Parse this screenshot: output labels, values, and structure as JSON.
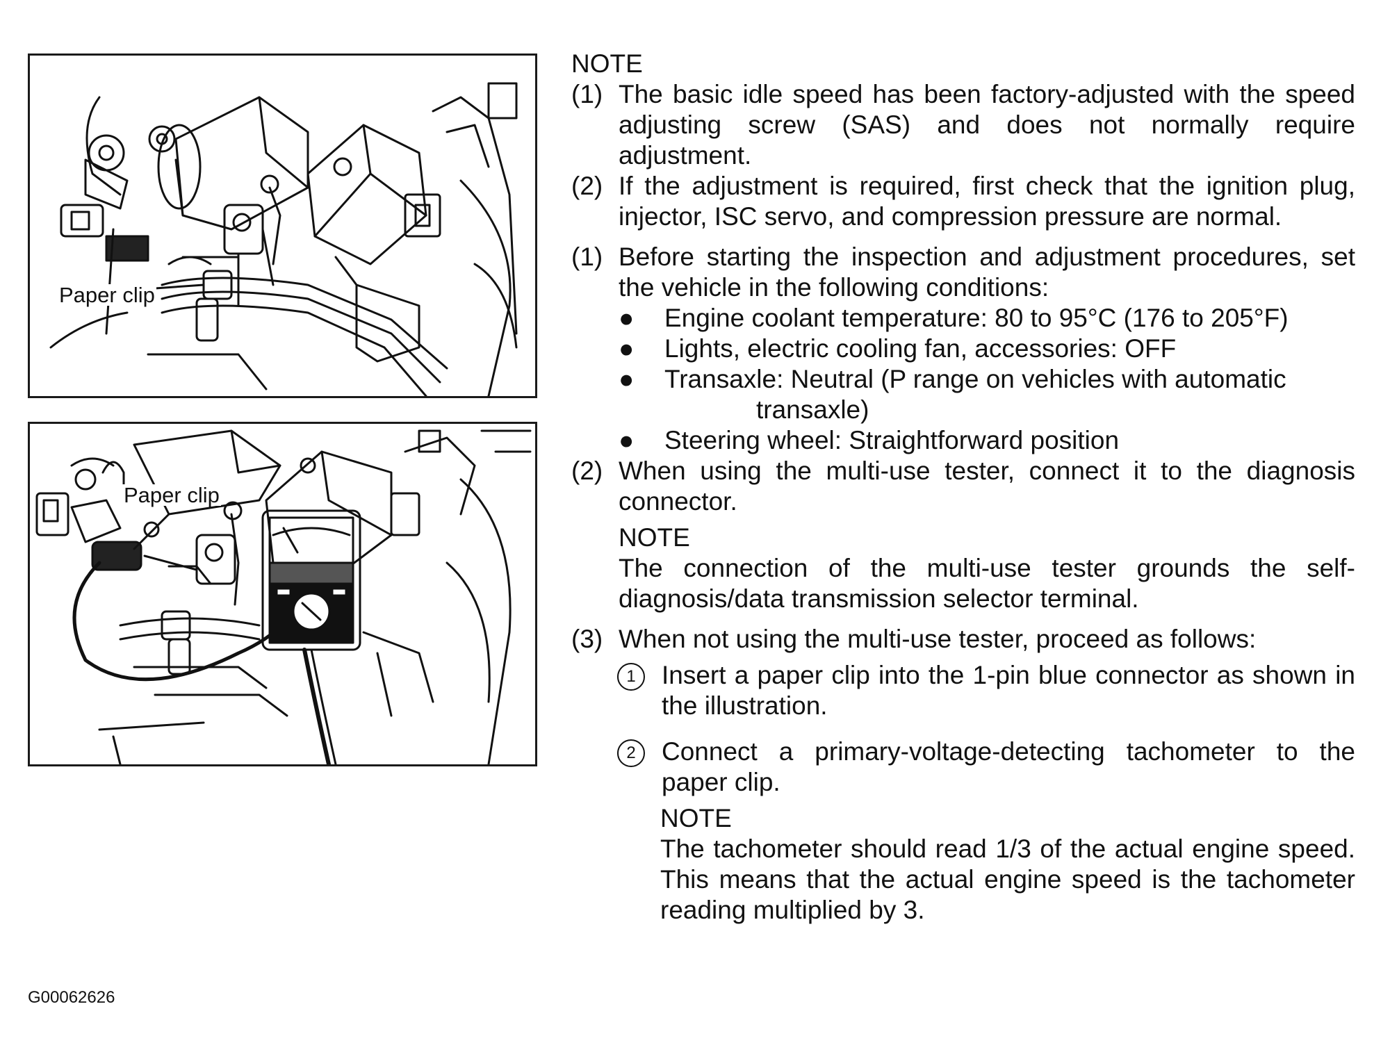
{
  "figures": {
    "top": {
      "callout": "Paper clip"
    },
    "bottom": {
      "callout": "Paper clip"
    }
  },
  "ref_code": "G00062626",
  "text": {
    "note1_head": "NOTE",
    "note1_items": [
      {
        "num": "(1)",
        "text": "The basic idle speed has been factory-adjusted with the speed adjusting screw (SAS) and does not normally require adjustment."
      },
      {
        "num": "(2)",
        "text": "If the adjustment is required, first check that the ignition plug, injector, ISC servo, and compression pressure are normal."
      }
    ],
    "step1_num": "(1)",
    "step1_text": "Before starting the inspection and adjustment procedures, set the vehicle in the following conditions:",
    "bullets": [
      "Engine coolant temperature: 80 to 95°C (176 to 205°F)",
      "Lights, electric cooling fan, accessories: OFF",
      "Transaxle: Neutral (P range on vehicles with automatic",
      "Steering wheel: Straightforward position"
    ],
    "bullet3_cont": "transaxle)",
    "bullet_mark": "●",
    "step2_num": "(2)",
    "step2_text": "When using the multi-use tester, connect it to the diagnosis connector.",
    "note2_head": "NOTE",
    "note2_text": "The connection of the multi-use tester grounds the self-diagnosis/data transmission selector terminal.",
    "step3_num": "(3)",
    "step3_text": "When not using the multi-use tester, proceed as follows:",
    "sub1_mark": "1",
    "sub1_text": "Insert a paper clip into the 1-pin blue connector as shown in the illustration.",
    "sub2_mark": "2",
    "sub2_text": "Connect a primary-voltage-detecting tachometer to the paper clip.",
    "note3_head": "NOTE",
    "note3_text": "The tachometer should read 1/3 of the actual engine speed. This means that the actual engine speed is the tachometer reading multiplied by 3."
  }
}
